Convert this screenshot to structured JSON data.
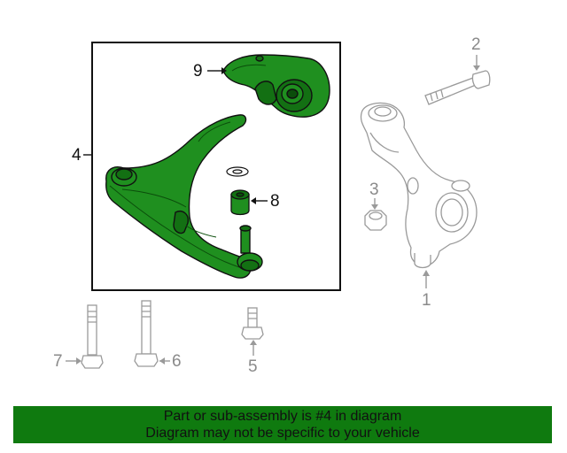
{
  "diagram": {
    "callouts": {
      "knuckle": "1",
      "bolt_top": "2",
      "nut": "3",
      "control_arm": "4",
      "bolt_small": "5",
      "bolt_mid": "6",
      "bolt_left": "7",
      "bushing_small": "8",
      "bracket": "9"
    },
    "colors": {
      "highlight_part": "#1f8f1f",
      "highlight_dark": "#137013",
      "line_dark": "#111111",
      "line_gray": "#9a9a9a",
      "banner": "#0f7a0f"
    }
  },
  "banner": {
    "line1": "Part or sub-assembly is #4 in diagram",
    "line2": "Diagram may not be specific to your vehicle"
  }
}
